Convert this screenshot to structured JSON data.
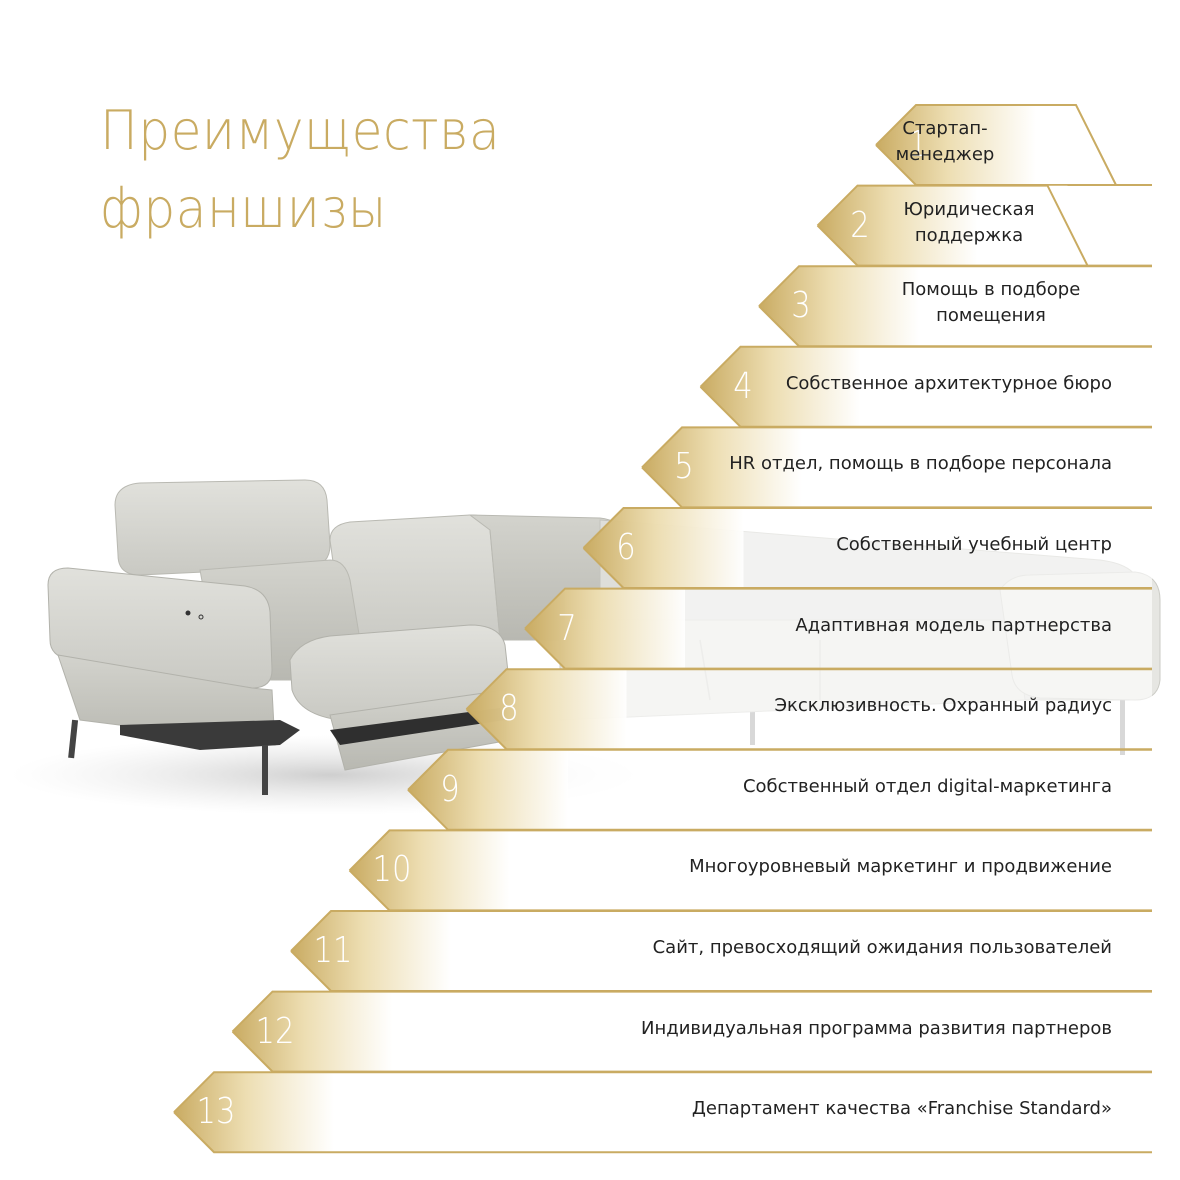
{
  "title": {
    "line1": "Преимущества",
    "line2": "франшизы"
  },
  "colors": {
    "gold": "#c9ab62",
    "gold_light": "#ecdcae",
    "text": "#222222",
    "background": "#ffffff"
  },
  "advantages": [
    {
      "number": "1",
      "lines": [
        "Стартап-",
        "менеджер"
      ]
    },
    {
      "number": "2",
      "lines": [
        "Юридическая",
        "поддержка"
      ]
    },
    {
      "number": "3",
      "lines": [
        "Помощь в подборе",
        "помещения"
      ]
    },
    {
      "number": "4",
      "lines": [
        "Собственное архитектурное бюро"
      ]
    },
    {
      "number": "5",
      "lines": [
        "HR отдел, помощь в подборе персонала"
      ]
    },
    {
      "number": "6",
      "lines": [
        "Собственный учебный центр"
      ]
    },
    {
      "number": "7",
      "lines": [
        "Адаптивная модель партнерства"
      ]
    },
    {
      "number": "8",
      "lines": [
        "Эксклюзивность. Охранный радиус"
      ]
    },
    {
      "number": "9",
      "lines": [
        "Собственный отдел digital-маркетинга"
      ]
    },
    {
      "number": "10",
      "lines": [
        "Многоуровневый маркетинг и продвижение"
      ]
    },
    {
      "number": "11",
      "lines": [
        "Сайт, превосходящий ожидания пользователей"
      ]
    },
    {
      "number": "12",
      "lines": [
        "Индивидуальная программа развития партнеров"
      ]
    },
    {
      "number": "13",
      "lines": [
        "Департамент качества «Franchise Standard»"
      ]
    }
  ]
}
